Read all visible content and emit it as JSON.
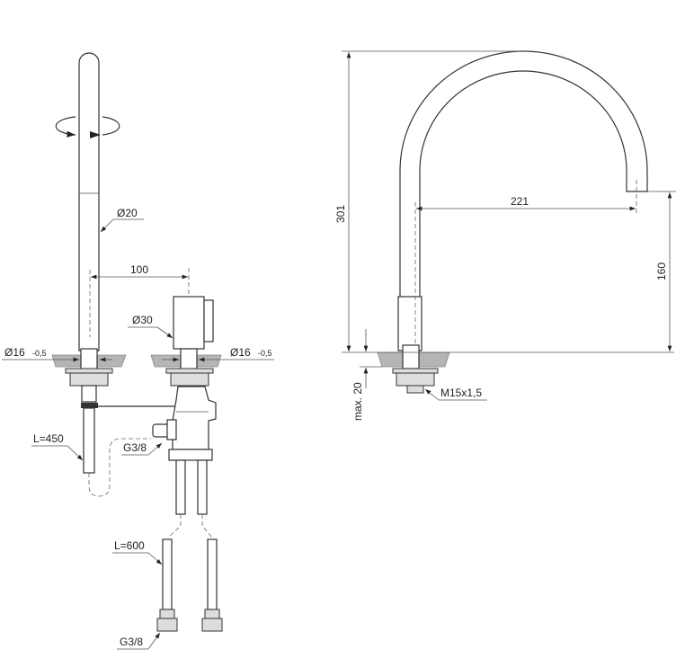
{
  "left_view": {
    "spout_diameter": "Ø20",
    "spacing": "100",
    "handle_diameter": "Ø30",
    "hole_left": "Ø16",
    "hole_left_tol": "-0,5",
    "hole_right": "Ø16",
    "hole_right_tol": "-0,5",
    "hose_length_1": "L=450",
    "inlet_thread_1": "G3/8",
    "hose_length_2": "L=600",
    "inlet_thread_2": "G3/8"
  },
  "right_view": {
    "total_height": "301",
    "reach": "221",
    "outlet_height": "160",
    "max_deck": "max. 20",
    "thread": "M15x1,5"
  }
}
